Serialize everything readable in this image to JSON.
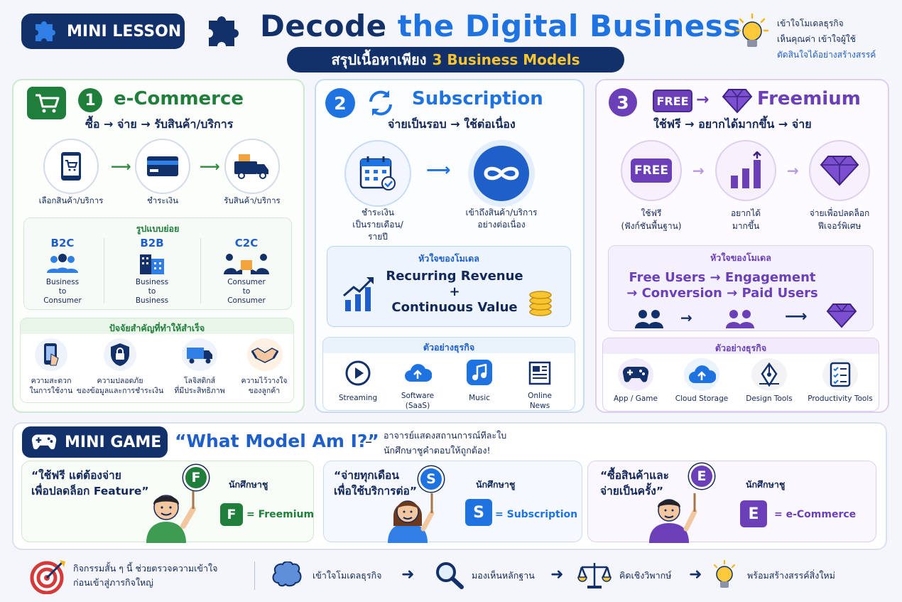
{
  "header": {
    "badge": "MINI LESSON",
    "title_part1": "Decode",
    "title_part2": "the Digital Business",
    "subtitle_part1": "สรุปเนื้อหาเพียง",
    "subtitle_part2": "3 Business Models",
    "tagline_line1": "เข้าใจโมเดลธุรกิจ",
    "tagline_line2": "เห็นคุณค่า เข้าใจผู้ใช้",
    "tagline_line3": "ตัดสินใจได้อย่างสร้างสรรค์"
  },
  "ecommerce": {
    "number": "1",
    "title": "e-Commerce",
    "flow": "ซื้อ → จ่าย → รับสินค้า/บริการ",
    "steps": [
      "เลือกสินค้า/บริการ",
      "ชำระเงิน",
      "รับสินค้า/บริการ"
    ],
    "subtypes_title": "รูปแบบย่อย",
    "subtypes": [
      {
        "code": "B2C",
        "line1": "Business",
        "line2": "to",
        "line3": "Consumer"
      },
      {
        "code": "B2B",
        "line1": "Business",
        "line2": "to",
        "line3": "Business"
      },
      {
        "code": "C2C",
        "line1": "Consumer",
        "line2": "to",
        "line3": "Consumer"
      }
    ],
    "factors_title": "ปัจจัยสำคัญที่ทำให้สำเร็จ",
    "factors": [
      {
        "line1": "ความสะดวก",
        "line2": "ในการใช้งาน"
      },
      {
        "line1": "ความปลอดภัย",
        "line2": "ของข้อมูลและการชำระเงิน"
      },
      {
        "line1": "โลจิสติกส์",
        "line2": "ที่มีประสิทธิภาพ"
      },
      {
        "line1": "ความไว้วางใจ",
        "line2": "ของลูกค้า"
      }
    ]
  },
  "subscription": {
    "number": "2",
    "title": "Subscription",
    "flow": "จ่ายเป็นรอบ → ใช้ต่อเนื่อง",
    "step1_line1": "ชำระเงิน",
    "step1_line2": "เป็นรายเดือน/",
    "step1_line3": "รายปี",
    "step2_line1": "เข้าถึงสินค้า/บริการ",
    "step2_line2": "อย่างต่อเนื่อง",
    "core_title": "หัวใจของโมเดล",
    "core_line1": "Recurring Revenue",
    "core_plus": "+",
    "core_line2": "Continuous Value",
    "examples_title": "ตัวอย่างธุรกิจ",
    "examples": [
      {
        "line1": "Streaming",
        "line2": ""
      },
      {
        "line1": "Software",
        "line2": "(SaaS)"
      },
      {
        "line1": "Music",
        "line2": ""
      },
      {
        "line1": "Online",
        "line2": "News"
      }
    ]
  },
  "freemium": {
    "number": "3",
    "free_tag": "FREE",
    "title": "Freemium",
    "flow": "ใช้ฟรี → อยากได้มากขึ้น → จ่าย",
    "step_free_tag": "FREE",
    "steps": [
      {
        "line1": "ใช้ฟรี",
        "line2": "(ฟังก์ชันพื้นฐาน)"
      },
      {
        "line1": "อยากได้",
        "line2": "มากขึ้น"
      },
      {
        "line1": "จ่ายเพื่อปลดล็อก",
        "line2": "ฟีเจอร์พิเศษ"
      }
    ],
    "core_title": "หัวใจของโมเดล",
    "core_line1": "Free Users → Engagement",
    "core_line2": "→ Conversion → Paid Users",
    "examples_title": "ตัวอย่างธุรกิจ",
    "examples": [
      "App / Game",
      "Cloud Storage",
      "Design Tools",
      "Productivity Tools"
    ]
  },
  "game": {
    "badge": "MINI GAME",
    "question": "“What Model Am I?”",
    "dash": "–",
    "note_line1": "อาจารย์แสดงสถานการณ์ทีละใบ",
    "note_line2": "นักศึกษาชูคำตอบให้ถูกต้อง!",
    "cards": [
      {
        "quote1": "“ใช้ฟรี แต่ต้องจ่าย",
        "quote2": "เพื่อปลดล็อก Feature”",
        "letter": "F",
        "students": "นักศึกษาชู",
        "answer": "= Freemium"
      },
      {
        "quote1": "“จ่ายทุกเดือน",
        "quote2": "เพื่อใช้บริการต่อ”",
        "letter": "S",
        "students": "นักศึกษาชู",
        "answer": "= Subscription"
      },
      {
        "quote1": "“ซื้อสินค้าและ",
        "quote2": "จ่ายเป็นครั้ง”",
        "letter": "E",
        "students": "นักศึกษาชู",
        "answer": "=  e-Commerce"
      }
    ]
  },
  "footer": {
    "intro_line1": "กิจกรรมสั้น ๆ นี้ ช่วยตรวจความเข้าใจ",
    "intro_line2": "ก่อนเข้าสู่ภารกิจใหญ่",
    "steps": [
      "เข้าใจโมเดลธุรกิจ",
      "มองเห็นหลักฐาน",
      "คิดเชิงวิพากษ์",
      "พร้อมสร้างสรรค์สิ่งใหม่"
    ]
  },
  "colors": {
    "navy": "#12306a",
    "blue": "#1e73e0",
    "green": "#2e8b3e",
    "purple": "#6a3fb8",
    "gold": "#f6c531"
  }
}
